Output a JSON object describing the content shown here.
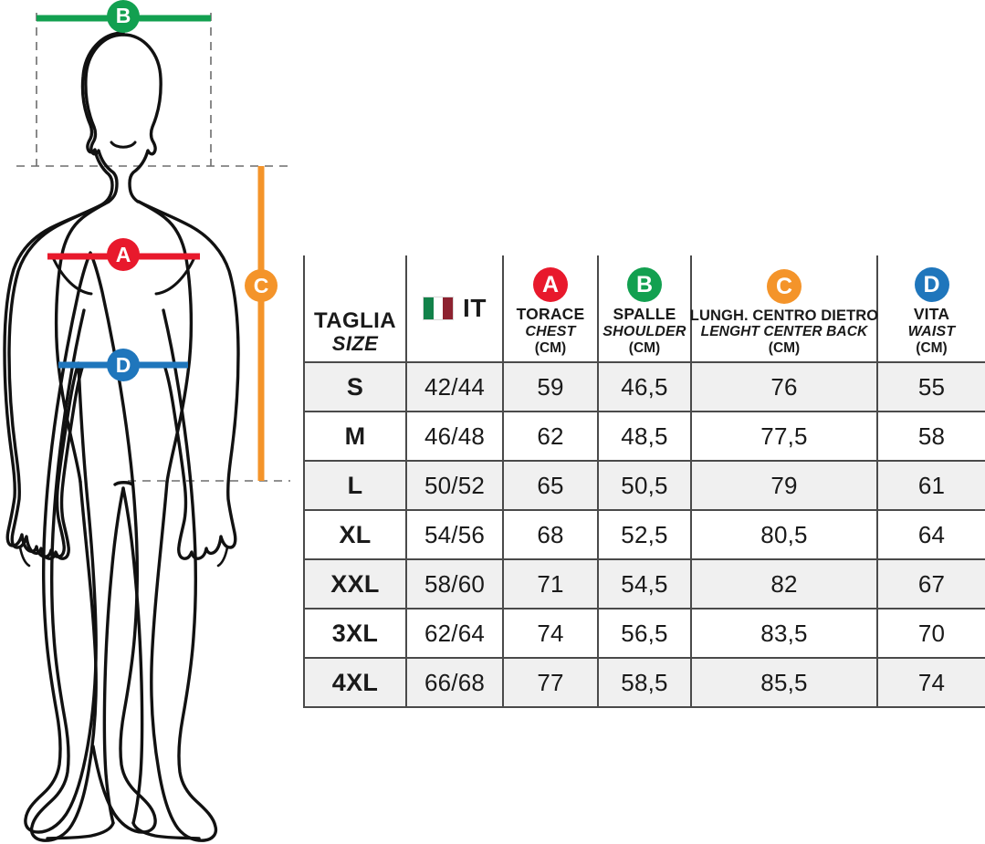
{
  "figure": {
    "title": "male-body-measurement-diagram",
    "markers": [
      {
        "key": "A",
        "letter": "A",
        "color": "#e8192c",
        "label": "chest-measure-line",
        "orientation": "horizontal"
      },
      {
        "key": "B",
        "letter": "B",
        "color": "#12a050",
        "label": "shoulder-measure-line",
        "orientation": "horizontal"
      },
      {
        "key": "C",
        "letter": "C",
        "color": "#f4942a",
        "label": "center-back-length-line",
        "orientation": "vertical"
      },
      {
        "key": "D",
        "letter": "D",
        "color": "#1f76bc",
        "label": "waist-measure-line",
        "orientation": "horizontal"
      }
    ]
  },
  "table": {
    "columns": [
      {
        "key": "size",
        "badge": null,
        "it": "TAGLIA",
        "en": "SIZE",
        "unit": ""
      },
      {
        "key": "it",
        "badge": null,
        "it": "",
        "en": "",
        "unit": "",
        "flag_label": "IT",
        "flag_icon": "italy-flag-icon"
      },
      {
        "key": "chest",
        "badge": "A",
        "badge_color": "#e8192c",
        "it": "TORACE",
        "en": "CHEST",
        "unit": "(CM)"
      },
      {
        "key": "shoulder",
        "badge": "B",
        "badge_color": "#12a050",
        "it": "SPALLE",
        "en": "SHOULDER",
        "unit": "(CM)"
      },
      {
        "key": "back",
        "badge": "C",
        "badge_color": "#f4942a",
        "it": "LUNGH. CENTRO DIETRO",
        "en": "LENGHT CENTER BACK",
        "unit": "(CM)"
      },
      {
        "key": "waist",
        "badge": "D",
        "badge_color": "#1f76bc",
        "it": "VITA",
        "en": "WAIST",
        "unit": "(CM)"
      }
    ],
    "rows": [
      {
        "size": "S",
        "it": "42/44",
        "chest": "59",
        "shoulder": "46,5",
        "back": "76",
        "waist": "55"
      },
      {
        "size": "M",
        "it": "46/48",
        "chest": "62",
        "shoulder": "48,5",
        "back": "77,5",
        "waist": "58"
      },
      {
        "size": "L",
        "it": "50/52",
        "chest": "65",
        "shoulder": "50,5",
        "back": "79",
        "waist": "61"
      },
      {
        "size": "XL",
        "it": "54/56",
        "chest": "68",
        "shoulder": "52,5",
        "back": "80,5",
        "waist": "64"
      },
      {
        "size": "XXL",
        "it": "58/60",
        "chest": "71",
        "shoulder": "54,5",
        "back": "82",
        "waist": "67"
      },
      {
        "size": "3XL",
        "it": "62/64",
        "chest": "74",
        "shoulder": "56,5",
        "back": "83,5",
        "waist": "70"
      },
      {
        "size": "4XL",
        "it": "66/68",
        "chest": "77",
        "shoulder": "58,5",
        "back": "85,5",
        "waist": "74"
      }
    ]
  }
}
